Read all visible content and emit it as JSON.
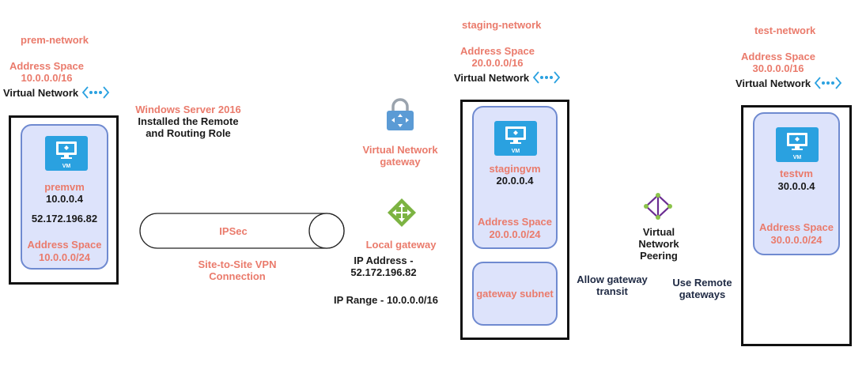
{
  "prem": {
    "network_name": "prem-network",
    "address_space_label": "Address Space",
    "address_space": "10.0.0.0/16",
    "vnet_label": "Virtual Network",
    "vm_badge": "VM",
    "vm_name": "premvm",
    "vm_ip": "10.0.0.4",
    "vm_public_ip": "52.172.196.82",
    "subnet_label": "Address Space",
    "subnet": "10.0.0.0/24"
  },
  "windows_server": {
    "title": "Windows Server 2016",
    "line1": "Installed the Remote",
    "line2": "and Routing Role"
  },
  "ipsec": {
    "label": "IPSec",
    "connection_line1": "Site-to-Site VPN",
    "connection_line2": "Connection"
  },
  "vnet_gateway": {
    "line1": "Virtual Network",
    "line2": "gateway"
  },
  "local_gateway": {
    "label": "Local gateway",
    "ip_line1": "IP Address -",
    "ip_line2": "52.172.196.82",
    "ip_range": "IP Range - 10.0.0.0/16"
  },
  "staging": {
    "network_name": "staging-network",
    "address_space_label": "Address Space",
    "address_space": "20.0.0.0/16",
    "vnet_label": "Virtual Network",
    "vm_badge": "VM",
    "vm_name": "stagingvm",
    "vm_ip": "20.0.0.4",
    "subnet_label": "Address Space",
    "subnet": "20.0.0.0/24",
    "gateway_subnet": "gateway subnet"
  },
  "peering": {
    "line1": "Virtual",
    "line2": "Network",
    "line3": "Peering",
    "allow_line1": "Allow gateway",
    "allow_line2": "transit",
    "use_line1": "Use Remote",
    "use_line2": "gateways"
  },
  "test": {
    "network_name": "test-network",
    "address_space_label": "Address Space",
    "address_space": "30.0.0.0/16",
    "vnet_label": "Virtual Network",
    "vm_badge": "VM",
    "vm_name": "testvm",
    "vm_ip": "30.0.0.4",
    "subnet_label": "Address Space",
    "subnet": "30.0.0.0/24"
  },
  "colors": {
    "label_salmon": "#ea7b6c",
    "inner_fill": "#dde3fb",
    "inner_border": "#6f8ad0",
    "azure_blue": "#2aa1e0",
    "gateway_green": "#7cb342",
    "peering_purple": "#6a2c91",
    "peering_green": "#8bc34a"
  },
  "icons": [
    "vnet-icon",
    "vm-icon",
    "lock-gateway-icon",
    "local-gateway-icon",
    "peering-icon",
    "ipsec-tube-icon"
  ]
}
